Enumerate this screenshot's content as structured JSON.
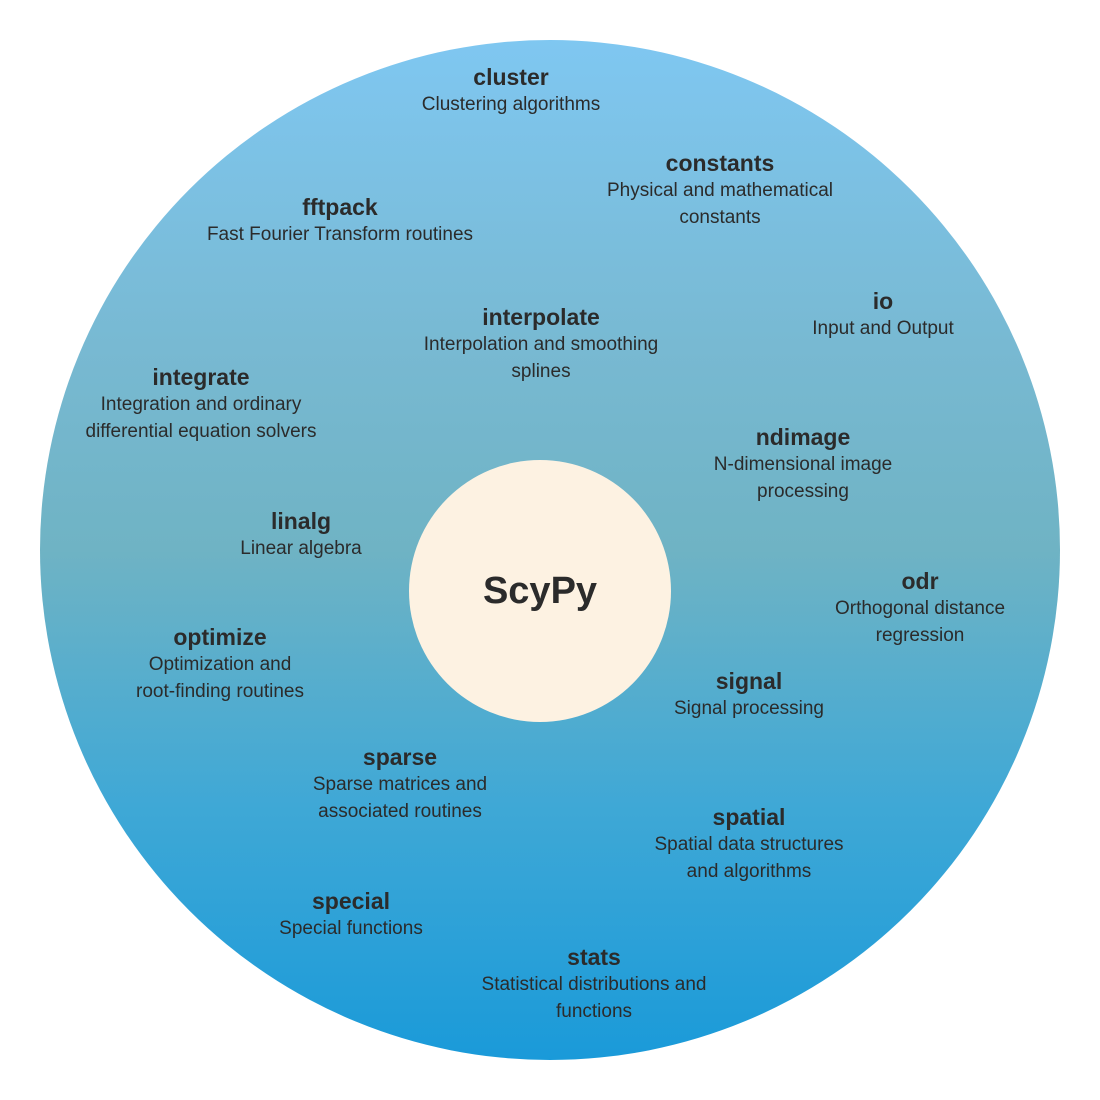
{
  "center": {
    "title": "ScyPy"
  },
  "modules": [
    {
      "name": "cluster",
      "description": "Clustering algorithms"
    },
    {
      "name": "constants",
      "description": "Physical and mathematical\nconstants"
    },
    {
      "name": "fftpack",
      "description": "Fast Fourier Transform routines"
    },
    {
      "name": "interpolate",
      "description": "Interpolation and smoothing\nsplines"
    },
    {
      "name": "io",
      "description": "Input and Output"
    },
    {
      "name": "integrate",
      "description": "Integration and ordinary\ndifferential equation solvers"
    },
    {
      "name": "ndimage",
      "description": "N-dimensional image\nprocessing"
    },
    {
      "name": "linalg",
      "description": "Linear algebra"
    },
    {
      "name": "odr",
      "description": "Orthogonal distance\nregression"
    },
    {
      "name": "optimize",
      "description": "Optimization and\nroot-finding routines"
    },
    {
      "name": "signal",
      "description": "Signal processing"
    },
    {
      "name": "sparse",
      "description": "Sparse matrices and\nassociated routines"
    },
    {
      "name": "spatial",
      "description": "Spatial data structures\nand algorithms"
    },
    {
      "name": "special",
      "description": "Special functions"
    },
    {
      "name": "stats",
      "description": "Statistical distributions and\nfunctions"
    }
  ],
  "colors": {
    "gradient_top": "#7fc7f1",
    "gradient_bottom": "#1a9ad9",
    "center_fill": "#fdf2e2",
    "text": "#2b2b2b"
  }
}
